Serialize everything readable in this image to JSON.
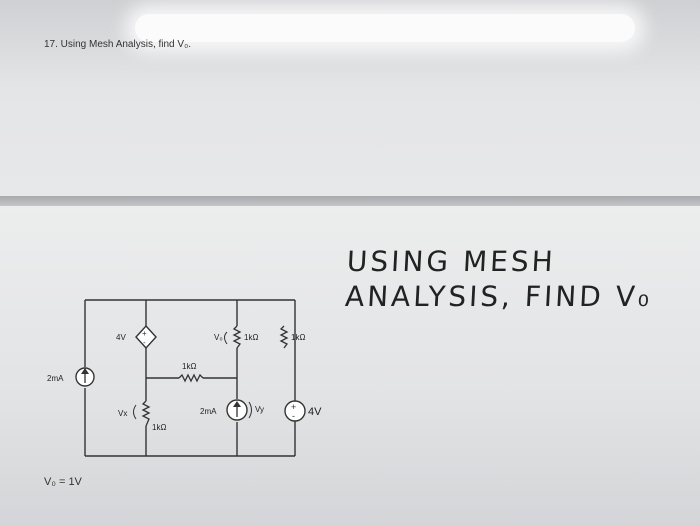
{
  "question": "17. Using Mesh Analysis, find V₀.",
  "handwritten": {
    "line1": "USING MESH",
    "line2": "ANALYSIS, FIND V₀"
  },
  "answer": "V₀ = 1V",
  "circuit": {
    "source_2mA_left": "2mA",
    "source_4V_dep": "4V",
    "vo_label": "V₀",
    "r_1k_top1": "1kΩ",
    "r_1k_top2": "1kΩ",
    "r_1k_mid": "1kΩ",
    "vx_label": "Vx",
    "r_1k_bot": "1kΩ",
    "source_2mA_mid": "2mA",
    "vy_label": "Vy",
    "source_4V_right": "4V"
  }
}
